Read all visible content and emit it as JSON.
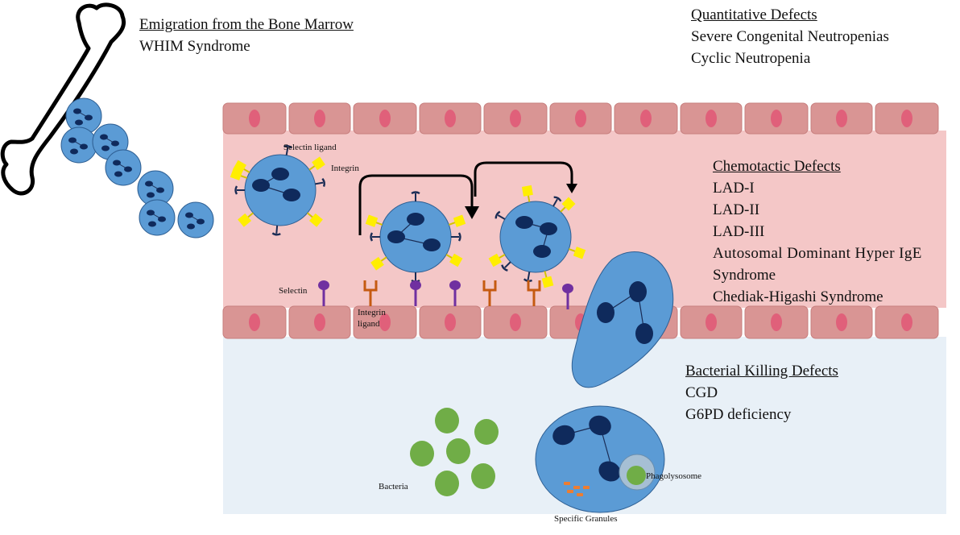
{
  "sections": {
    "emigration": {
      "title": "Emigration from the Bone Marrow",
      "items": [
        "WHIM Syndrome"
      ]
    },
    "quantitative": {
      "title": "Quantitative Defects",
      "items": [
        "Severe Congenital Neutropenias",
        "Cyclic Neutropenia"
      ]
    },
    "chemotactic": {
      "title": "Chemotactic Defects",
      "items": [
        "LAD-I",
        "LAD-II",
        "LAD-III",
        "Autosomal Dominant Hyper IgE",
        "Syndrome",
        "Chediak-Higashi Syndrome"
      ]
    },
    "bacterial": {
      "title": "Bacterial Killing Defects",
      "items": [
        "CGD",
        "G6PD deficiency"
      ]
    }
  },
  "labels": {
    "selectin_ligand": "Selectin ligand",
    "integrin": "Integrin",
    "selectin": "Selectin",
    "integrin_ligand_1": "Integrin",
    "integrin_ligand_2": "ligand",
    "bacteria": "Bacteria",
    "phagolysosome": "Phagolysosome",
    "specific_granules": "Specific Granules"
  },
  "colors": {
    "cell_fill": "#5b9bd5",
    "nucleus": "#0f2a5c",
    "vessel_lumen": "#f4c7c7",
    "endothelium": "#d99594",
    "endothelial_nucleus": "#e0607a",
    "tissue": "#e8f0f7",
    "integrin": "#ffee00",
    "selectin": "#7030a0",
    "integrin_ligand": "#c55a11",
    "bacteria": "#70ad47",
    "granules": "#ed7d31"
  }
}
